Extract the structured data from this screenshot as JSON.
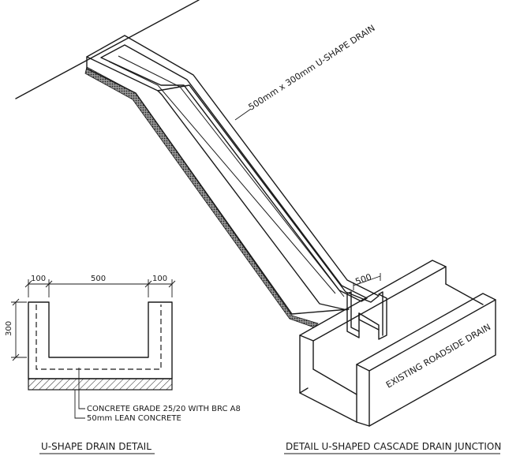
{
  "labels": {
    "drain_size": "500mm x 300mm U-SHAPE DRAIN",
    "existing_drain": "EXISTING ROADSIDE DRAIN",
    "junction_width": "500",
    "concrete_note": "CONCRETE GRADE 25/20 WITH BRC A8",
    "lean_note": "50mm LEAN CONCRETE"
  },
  "detail": {
    "dim_left": "100",
    "dim_middle": "500",
    "dim_right": "100",
    "dim_height": "300"
  },
  "titles": {
    "section": "U-SHAPE DRAIN DETAIL",
    "junction": "DETAIL U-SHAPED CASCADE DRAIN JUNCTION"
  }
}
